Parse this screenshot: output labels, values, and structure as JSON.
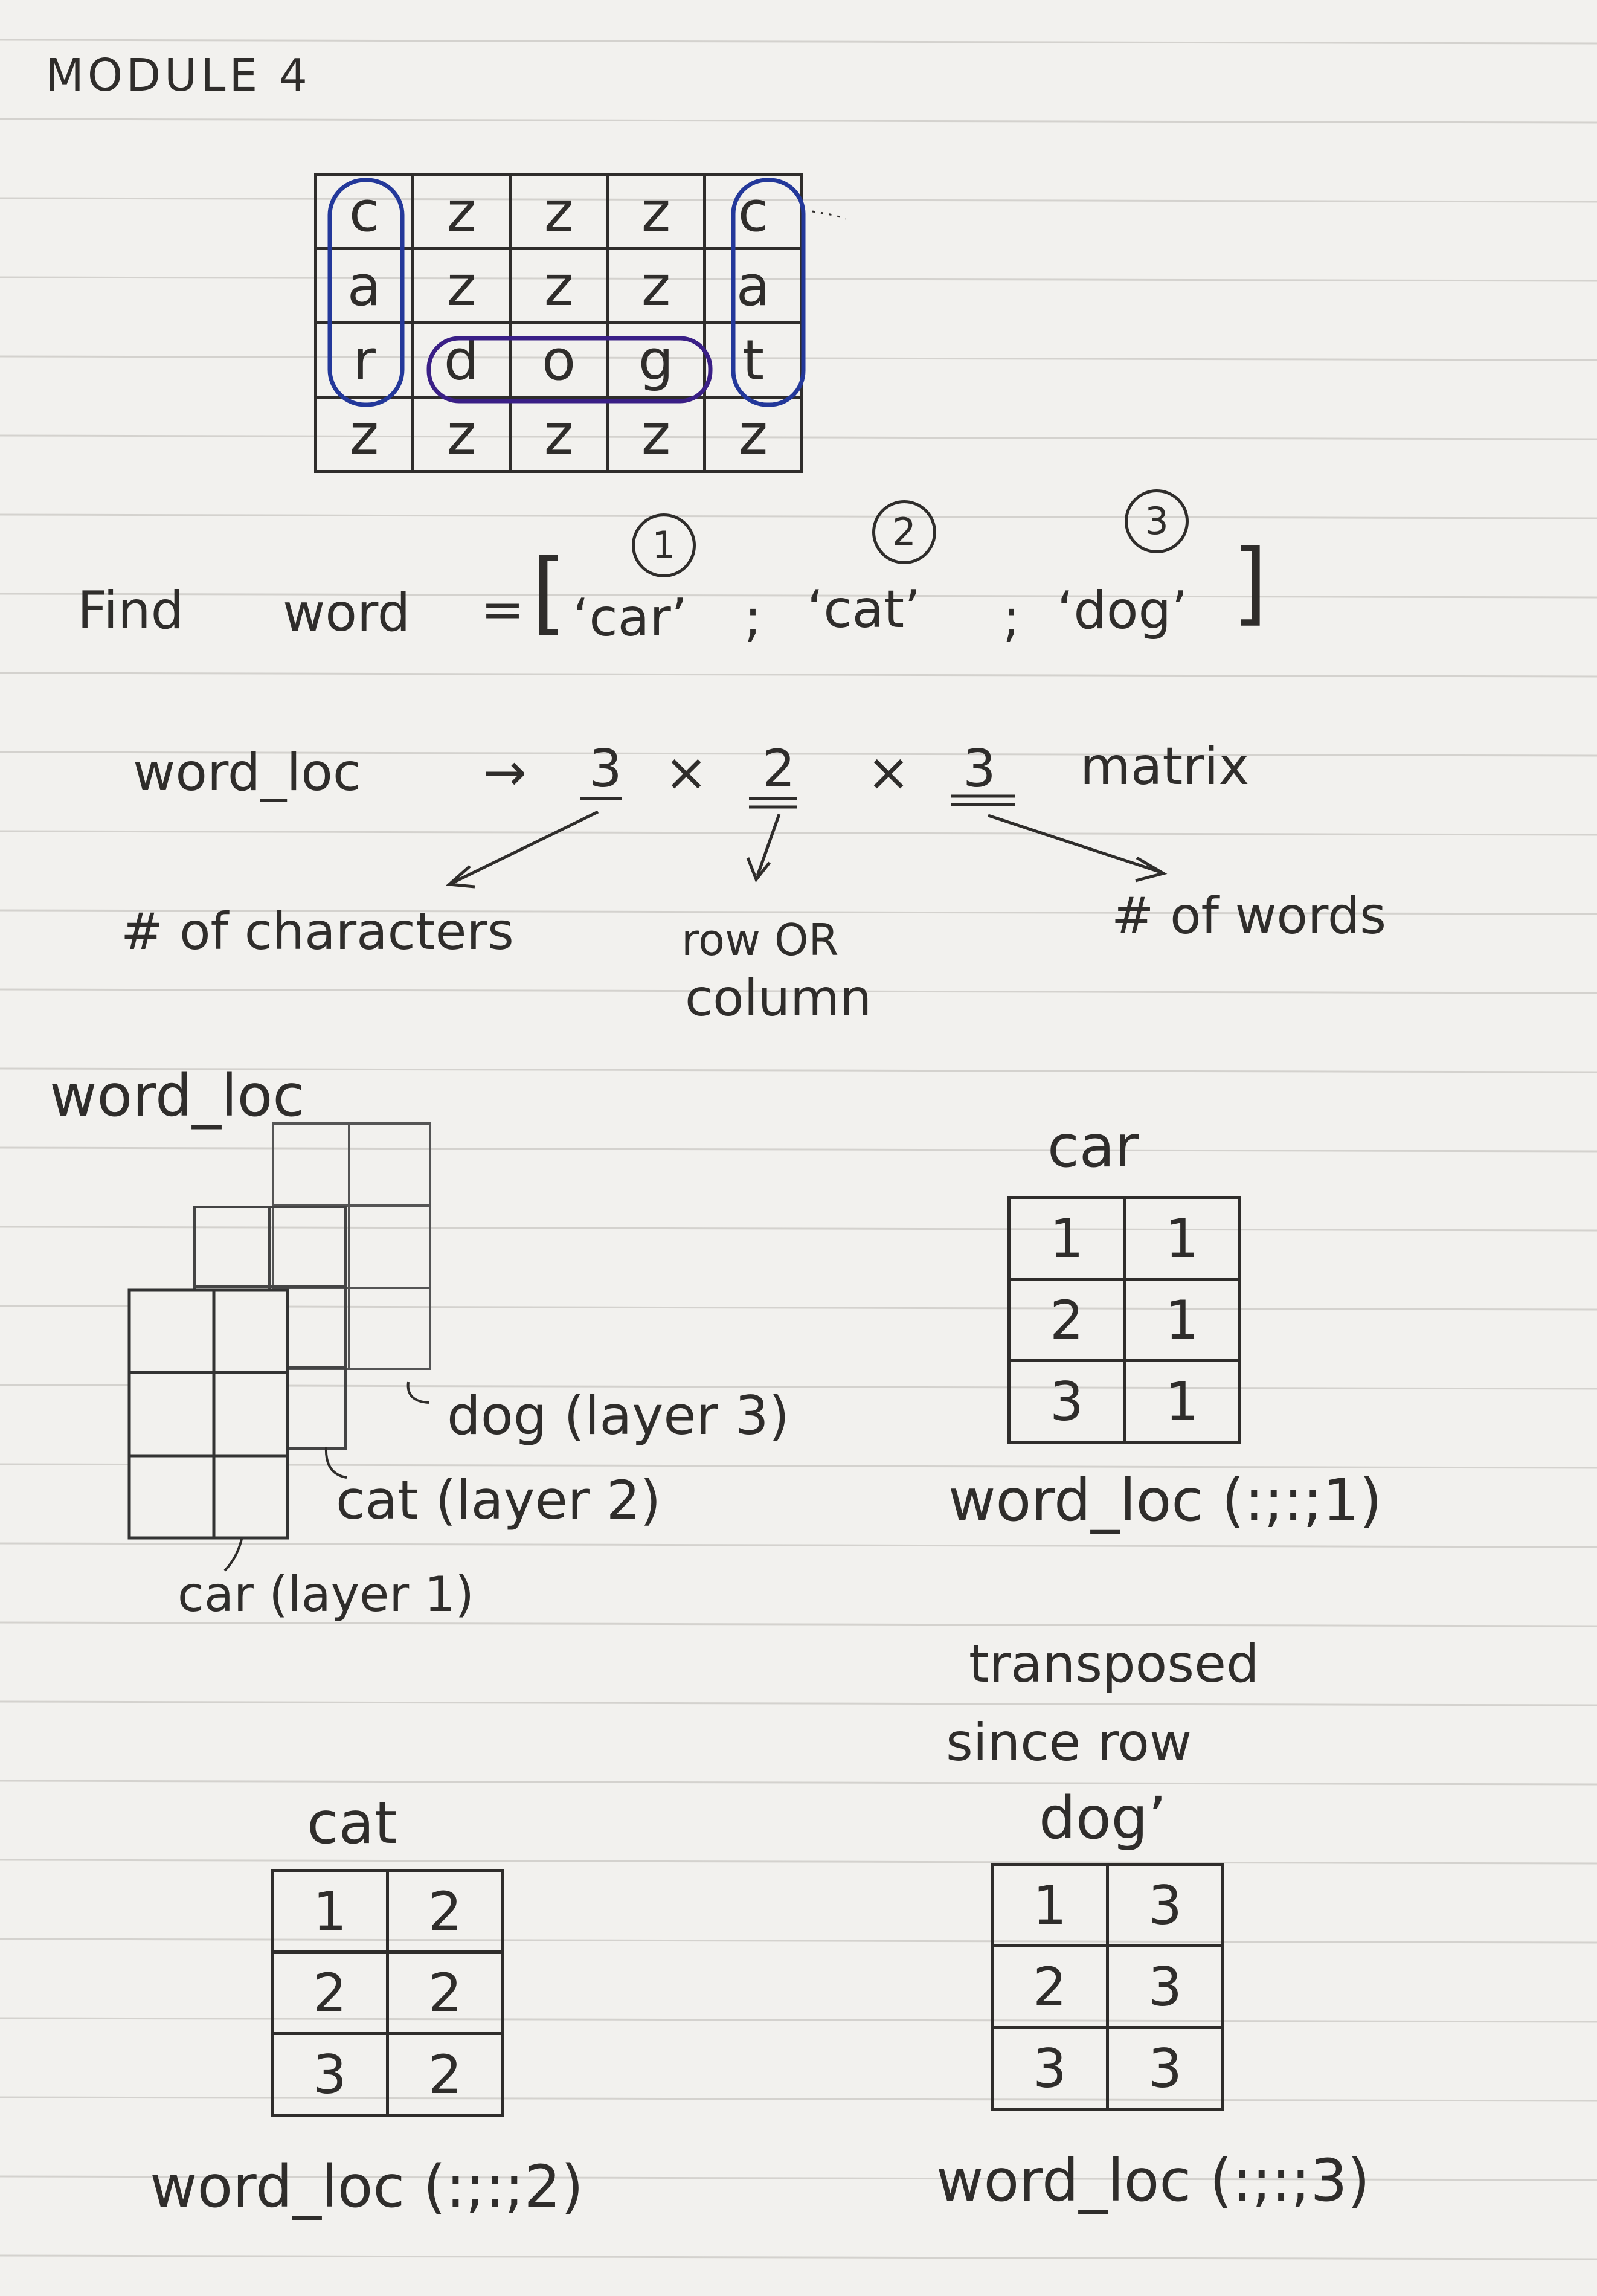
{
  "module_title": "MODULE 4",
  "letter_grid": [
    [
      "c",
      "z",
      "z",
      "z",
      "c"
    ],
    [
      "a",
      "z",
      "z",
      "z",
      "a"
    ],
    [
      "r",
      "d",
      "o",
      "g",
      "t"
    ],
    [
      "z",
      "z",
      "z",
      "z",
      "z"
    ]
  ],
  "find_line": {
    "label": "Find",
    "word": "word",
    "equals": "=",
    "open_bracket": "[",
    "w1": "‘car’",
    "sep1": ";",
    "w2": "‘cat’",
    "sep2": ";",
    "w3": "‘dog’",
    "close_bracket": "]",
    "n1": "1",
    "n2": "2",
    "n3": "3"
  },
  "dims_line": {
    "label": "word_loc",
    "arrow": "→",
    "d1": "3",
    "x1": "×",
    "d2": "2",
    "x2": "×",
    "d3": "3",
    "suffix": "matrix"
  },
  "dim_notes": {
    "characters": "# of characters",
    "row_col_1": "row OR",
    "row_col_2": "column",
    "words": "# of words"
  },
  "layers": {
    "title": "word_loc",
    "dog": "dog (layer 3)",
    "cat": "cat (layer 2)",
    "car": "car (layer 1)"
  },
  "car_table": {
    "title": "car",
    "rows": [
      [
        "1",
        "1"
      ],
      [
        "2",
        "1"
      ],
      [
        "3",
        "1"
      ]
    ],
    "caption": "word_loc (:;:;1)"
  },
  "cat_table": {
    "title": "cat",
    "rows": [
      [
        "1",
        "2"
      ],
      [
        "2",
        "2"
      ],
      [
        "3",
        "2"
      ]
    ],
    "caption": "word_loc (:;:;2)"
  },
  "dog_table": {
    "note_1": "transposed",
    "note_2": "since row",
    "title": "dog’",
    "rows": [
      [
        "1",
        "3"
      ],
      [
        "2",
        "3"
      ],
      [
        "3",
        "3"
      ]
    ],
    "caption": "word_loc (:;:;3)"
  }
}
